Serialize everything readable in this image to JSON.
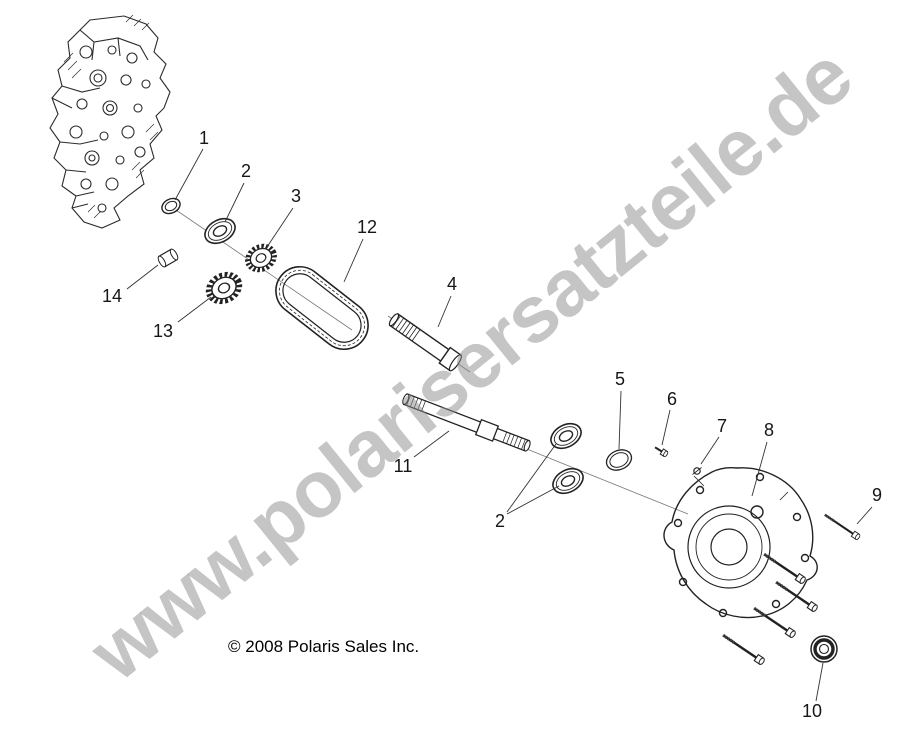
{
  "watermark": {
    "text": "www.polarisersatzteile.de",
    "color": "#8c8c8c"
  },
  "copyright": {
    "text": "© 2008 Polaris Sales Inc."
  },
  "diagram": {
    "description": "Polaris gearcase exploded parts diagram",
    "callouts": [
      {
        "n": "1"
      },
      {
        "n": "2"
      },
      {
        "n": "3"
      },
      {
        "n": "12"
      },
      {
        "n": "4"
      },
      {
        "n": "5"
      },
      {
        "n": "6"
      },
      {
        "n": "7"
      },
      {
        "n": "8"
      },
      {
        "n": "9"
      },
      {
        "n": "14"
      },
      {
        "n": "13"
      },
      {
        "n": "11"
      },
      {
        "n": "2"
      },
      {
        "n": "10"
      }
    ]
  }
}
